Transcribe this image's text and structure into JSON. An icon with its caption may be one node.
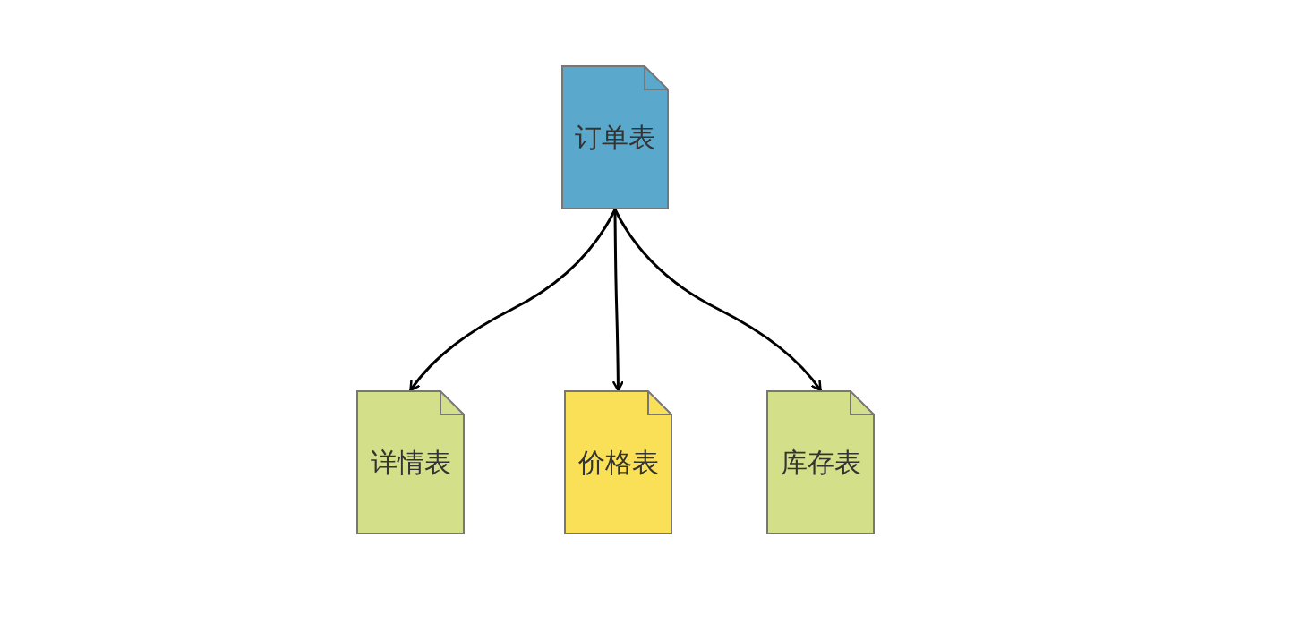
{
  "diagram": {
    "nodes": [
      {
        "text": [
          "订单表"
        ]
      },
      {
        "text": [
          "详情表"
        ]
      },
      {
        "text": [
          "价格表"
        ]
      },
      {
        "text": [
          "库存表"
        ]
      }
    ],
    "edges": [
      {
        "from": 0,
        "to": 1,
        "arrow": "to"
      },
      {
        "from": 0,
        "to": 2,
        "arrow": "to"
      },
      {
        "from": 0,
        "to": 3,
        "arrow": "to"
      }
    ]
  }
}
